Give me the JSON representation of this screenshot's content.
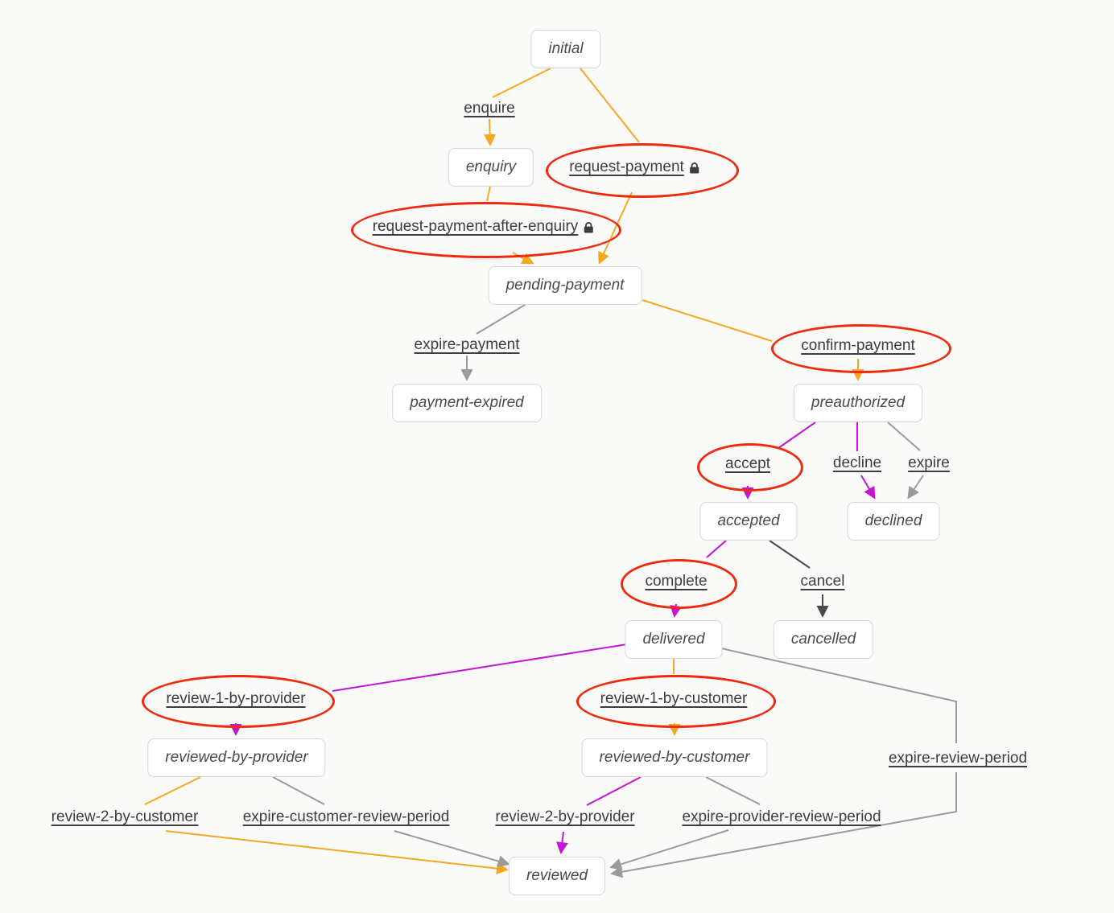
{
  "colors": {
    "bg": "#fafaf8",
    "text": "#4a4a4a",
    "link": "#3d3d3d",
    "border": "#d6d6d6",
    "node_bg": "#ffffff",
    "customer": "#f5a623",
    "provider": "#c315d3",
    "operator": "#4a4a4a",
    "time": "#9b9b9b",
    "highlight": "#ee2b0e"
  },
  "icons": {
    "lock": "padlock"
  },
  "states": {
    "initial": "initial",
    "enquiry": "enquiry",
    "pending_payment": "pending-payment",
    "payment_expired": "payment-expired",
    "preauthorized": "preauthorized",
    "accepted": "accepted",
    "declined": "declined",
    "delivered": "delivered",
    "cancelled": "cancelled",
    "reviewed_by_provider": "reviewed-by-provider",
    "reviewed_by_customer": "reviewed-by-customer",
    "reviewed": "reviewed"
  },
  "transitions": {
    "enquire": {
      "label": "enquire",
      "actor_color": "customer",
      "locked": false,
      "highlighted": false
    },
    "request_payment": {
      "label": "request-payment",
      "actor_color": "customer",
      "locked": true,
      "highlighted": true
    },
    "request_payment_after_enquiry": {
      "label": "request-payment-after-enquiry",
      "actor_color": "customer",
      "locked": true,
      "highlighted": true
    },
    "expire_payment": {
      "label": "expire-payment",
      "actor_color": "time",
      "locked": false,
      "highlighted": false
    },
    "confirm_payment": {
      "label": "confirm-payment",
      "actor_color": "customer",
      "locked": false,
      "highlighted": true
    },
    "accept": {
      "label": "accept",
      "actor_color": "provider",
      "locked": false,
      "highlighted": true
    },
    "decline": {
      "label": "decline",
      "actor_color": "provider",
      "locked": false,
      "highlighted": false
    },
    "expire": {
      "label": "expire",
      "actor_color": "time",
      "locked": false,
      "highlighted": false
    },
    "complete": {
      "label": "complete",
      "actor_color": "provider",
      "locked": false,
      "highlighted": true
    },
    "cancel": {
      "label": "cancel",
      "actor_color": "operator",
      "locked": false,
      "highlighted": false
    },
    "review_1_by_provider": {
      "label": "review-1-by-provider",
      "actor_color": "provider",
      "locked": false,
      "highlighted": true
    },
    "review_1_by_customer": {
      "label": "review-1-by-customer",
      "actor_color": "customer",
      "locked": false,
      "highlighted": true
    },
    "expire_review_period": {
      "label": "expire-review-period",
      "actor_color": "time",
      "locked": false,
      "highlighted": false
    },
    "review_2_by_customer": {
      "label": "review-2-by-customer",
      "actor_color": "customer",
      "locked": false,
      "highlighted": false
    },
    "expire_customer_review_period": {
      "label": "expire-customer-review-period",
      "actor_color": "time",
      "locked": false,
      "highlighted": false
    },
    "review_2_by_provider": {
      "label": "review-2-by-provider",
      "actor_color": "provider",
      "locked": false,
      "highlighted": false
    },
    "expire_provider_review_period": {
      "label": "expire-provider-review-period",
      "actor_color": "time",
      "locked": false,
      "highlighted": false
    }
  }
}
